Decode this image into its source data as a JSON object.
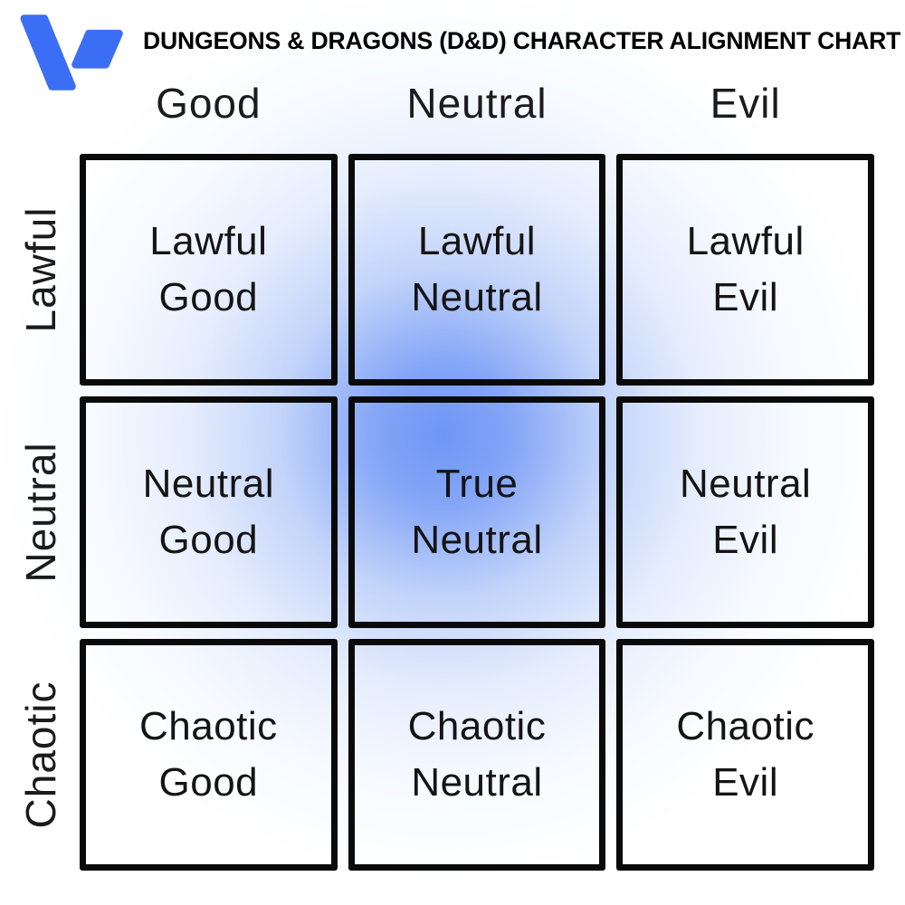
{
  "header": {
    "title": "DUNGEONS & DRAGONS (D&D) CHARACTER ALIGNMENT CHART",
    "logo_icon": "v-checkmark-logo"
  },
  "grid": {
    "columns": [
      "Good",
      "Neutral",
      "Evil"
    ],
    "rows": [
      "Lawful",
      "Neutral",
      "Chaotic"
    ],
    "cells": [
      [
        {
          "top": "Lawful",
          "bottom": "Good"
        },
        {
          "top": "Lawful",
          "bottom": "Neutral"
        },
        {
          "top": "Lawful",
          "bottom": "Evil"
        }
      ],
      [
        {
          "top": "Neutral",
          "bottom": "Good"
        },
        {
          "top": "True",
          "bottom": "Neutral"
        },
        {
          "top": "Neutral",
          "bottom": "Evil"
        }
      ],
      [
        {
          "top": "Chaotic",
          "bottom": "Good"
        },
        {
          "top": "Chaotic",
          "bottom": "Neutral"
        },
        {
          "top": "Chaotic",
          "bottom": "Evil"
        }
      ]
    ]
  },
  "colors": {
    "logo_blue": "#3C6EF5",
    "glow_center_blue": "#6D96F6",
    "glow_mid_blue": "#C3D4FA",
    "cell_border": "#0A0A0A",
    "text": "#141414",
    "background": "#FFFFFF"
  }
}
